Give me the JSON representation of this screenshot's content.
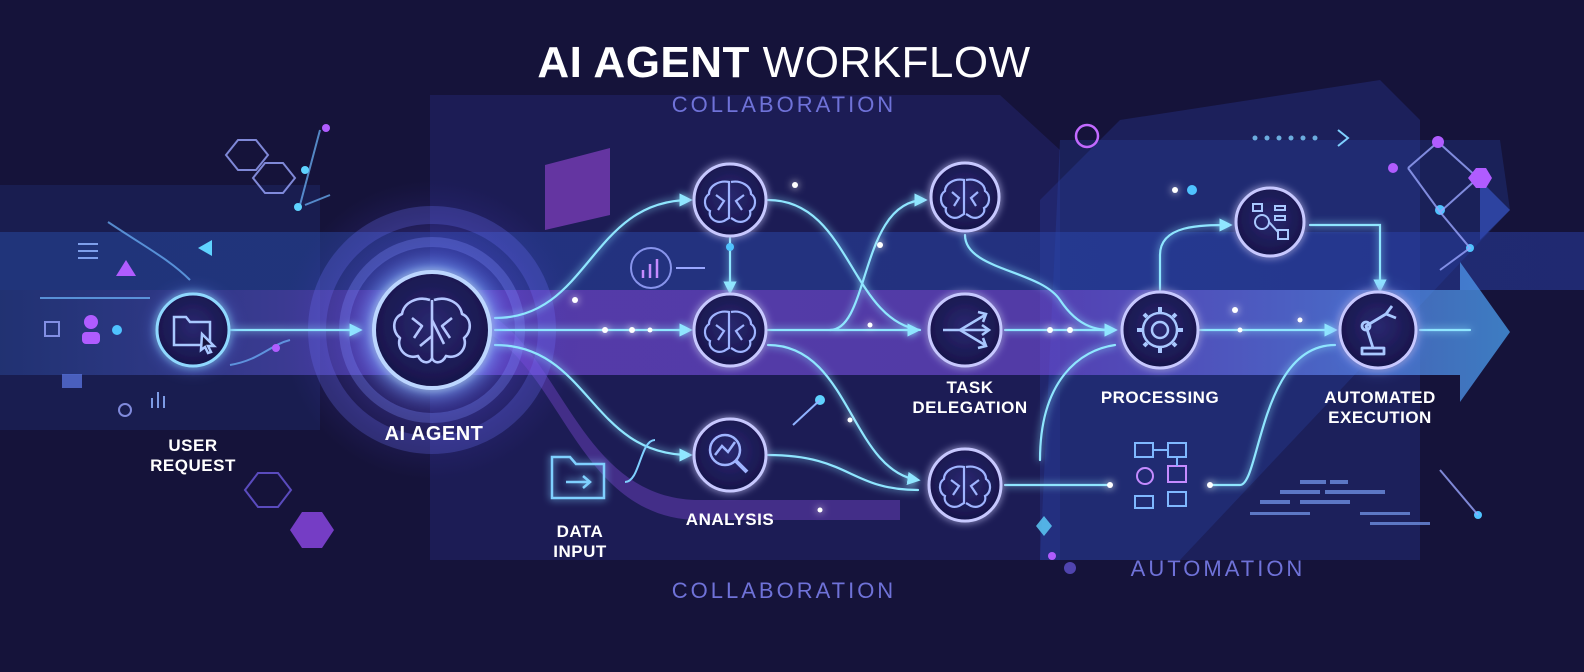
{
  "title": {
    "bold": "AI AGENT",
    "light": "WORKFLOW"
  },
  "subtitle_top": "COLLABORATION",
  "subtitle_bottom": "COLLABORATION",
  "subtitle_right": "AUTOMATION",
  "labels": {
    "user_request": "USER\nREQUEST",
    "ai_agent": "AI AGENT",
    "data_input": "DATA\nINPUT",
    "analysis": "ANALYSIS",
    "task_delegation": "TASK\nDELEGATION",
    "processing": "PROCESSING",
    "automated_execution": "AUTOMATED\nEXECUTION"
  },
  "colors": {
    "background": "#15133a",
    "node_fill": "#1c1a4d",
    "glow_cyan": "#5fd3ff",
    "glow_purple": "#b65cff",
    "accent_violet": "#8d6bff"
  },
  "icons": {
    "user_request": "folder-cursor-icon",
    "ai_agent": "brain-icon",
    "analysis": "magnifier-chart-icon",
    "task_delegation": "split-arrows-icon",
    "processing": "gear-icon",
    "automated_execution": "robot-arm-icon",
    "data_input": "folder-arrow-icon"
  }
}
